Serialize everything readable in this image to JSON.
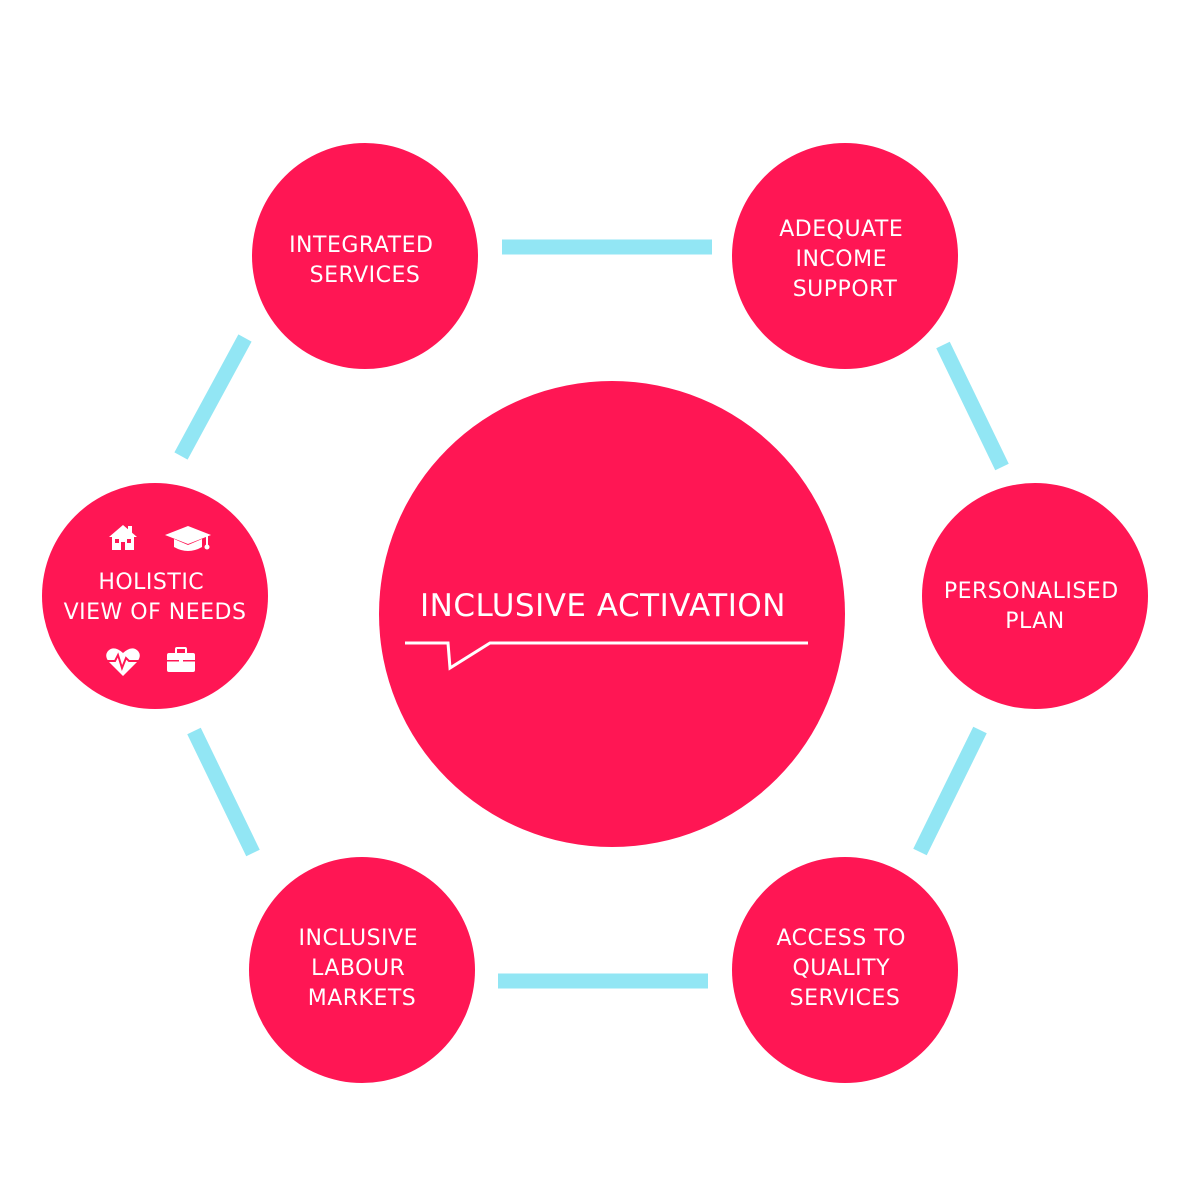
{
  "colors": {
    "node_fill": "#ff1654",
    "connector": "#92e6f4",
    "text": "#ffffff",
    "background": "#ffffff"
  },
  "center": {
    "title": "INCLUSIVE ACTIVATION"
  },
  "nodes": {
    "integrated_services": {
      "lines": [
        "INTEGRATED",
        "SERVICES"
      ]
    },
    "adequate_income_support": {
      "lines": [
        "ADEQUATE",
        "INCOME",
        "SUPPORT"
      ]
    },
    "personalised_plan": {
      "lines": [
        "PERSONALISED",
        "PLAN"
      ]
    },
    "access_to_quality_services": {
      "lines": [
        "ACCESS TO",
        "QUALITY",
        "SERVICES"
      ]
    },
    "inclusive_labour_markets": {
      "lines": [
        "INCLUSIVE",
        "LABOUR",
        "MARKETS"
      ]
    },
    "holistic_view_of_needs": {
      "lines": [
        "HOLISTIC",
        "VIEW OF NEEDS"
      ],
      "icons": [
        "house-icon",
        "graduation-cap-icon",
        "heart-pulse-icon",
        "briefcase-icon"
      ]
    }
  }
}
